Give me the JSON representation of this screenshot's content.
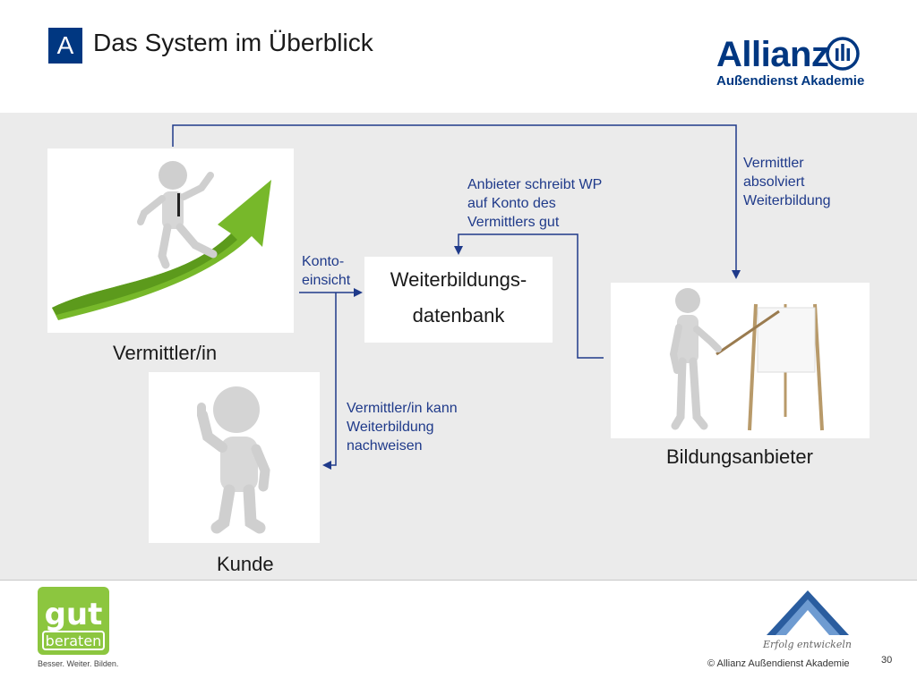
{
  "header": {
    "badge": "A",
    "title": "Das System im Überblick",
    "logo": {
      "word": "Allianz",
      "subtitle": "Außendienst Akademie"
    }
  },
  "diagram": {
    "nodes": {
      "vermittler": "Vermittler/in",
      "kunde": "Kunde",
      "bildungsanbieter": "Bildungsanbieter",
      "database_line1": "Weiterbildungs-",
      "database_line2": "datenbank"
    },
    "edges": {
      "konto_line1": "Konto-",
      "konto_line2": "einsicht",
      "anbieter_line1": "Anbieter schreibt WP",
      "anbieter_line2": "auf Konto des",
      "anbieter_line3": "Vermittlers gut",
      "absolviert_line1": "Vermittler",
      "absolviert_line2": "absolviert",
      "absolviert_line3": "Weiterbildung",
      "nachweisen_line1": "Vermittler/in kann",
      "nachweisen_line2": "Weiterbildung",
      "nachweisen_line3": "nachweisen"
    }
  },
  "footer": {
    "gut_line1": "gut",
    "gut_line2": "beraten",
    "gut_tagline": "Besser. Weiter. Bilden.",
    "script_text": "Erfolg entwickeln",
    "copyright": "© Allianz Außendienst Akademie",
    "page": "30"
  },
  "colors": {
    "brand": "#003781",
    "arrow": "#1f3a8a",
    "band": "#ebebeb",
    "gut_green": "#8cc63f"
  },
  "icons": [
    "allianz-eagle-icon",
    "growth-arrow-figure",
    "presenter-figure",
    "thumbs-up-figure",
    "akademie-triangle-logo"
  ]
}
